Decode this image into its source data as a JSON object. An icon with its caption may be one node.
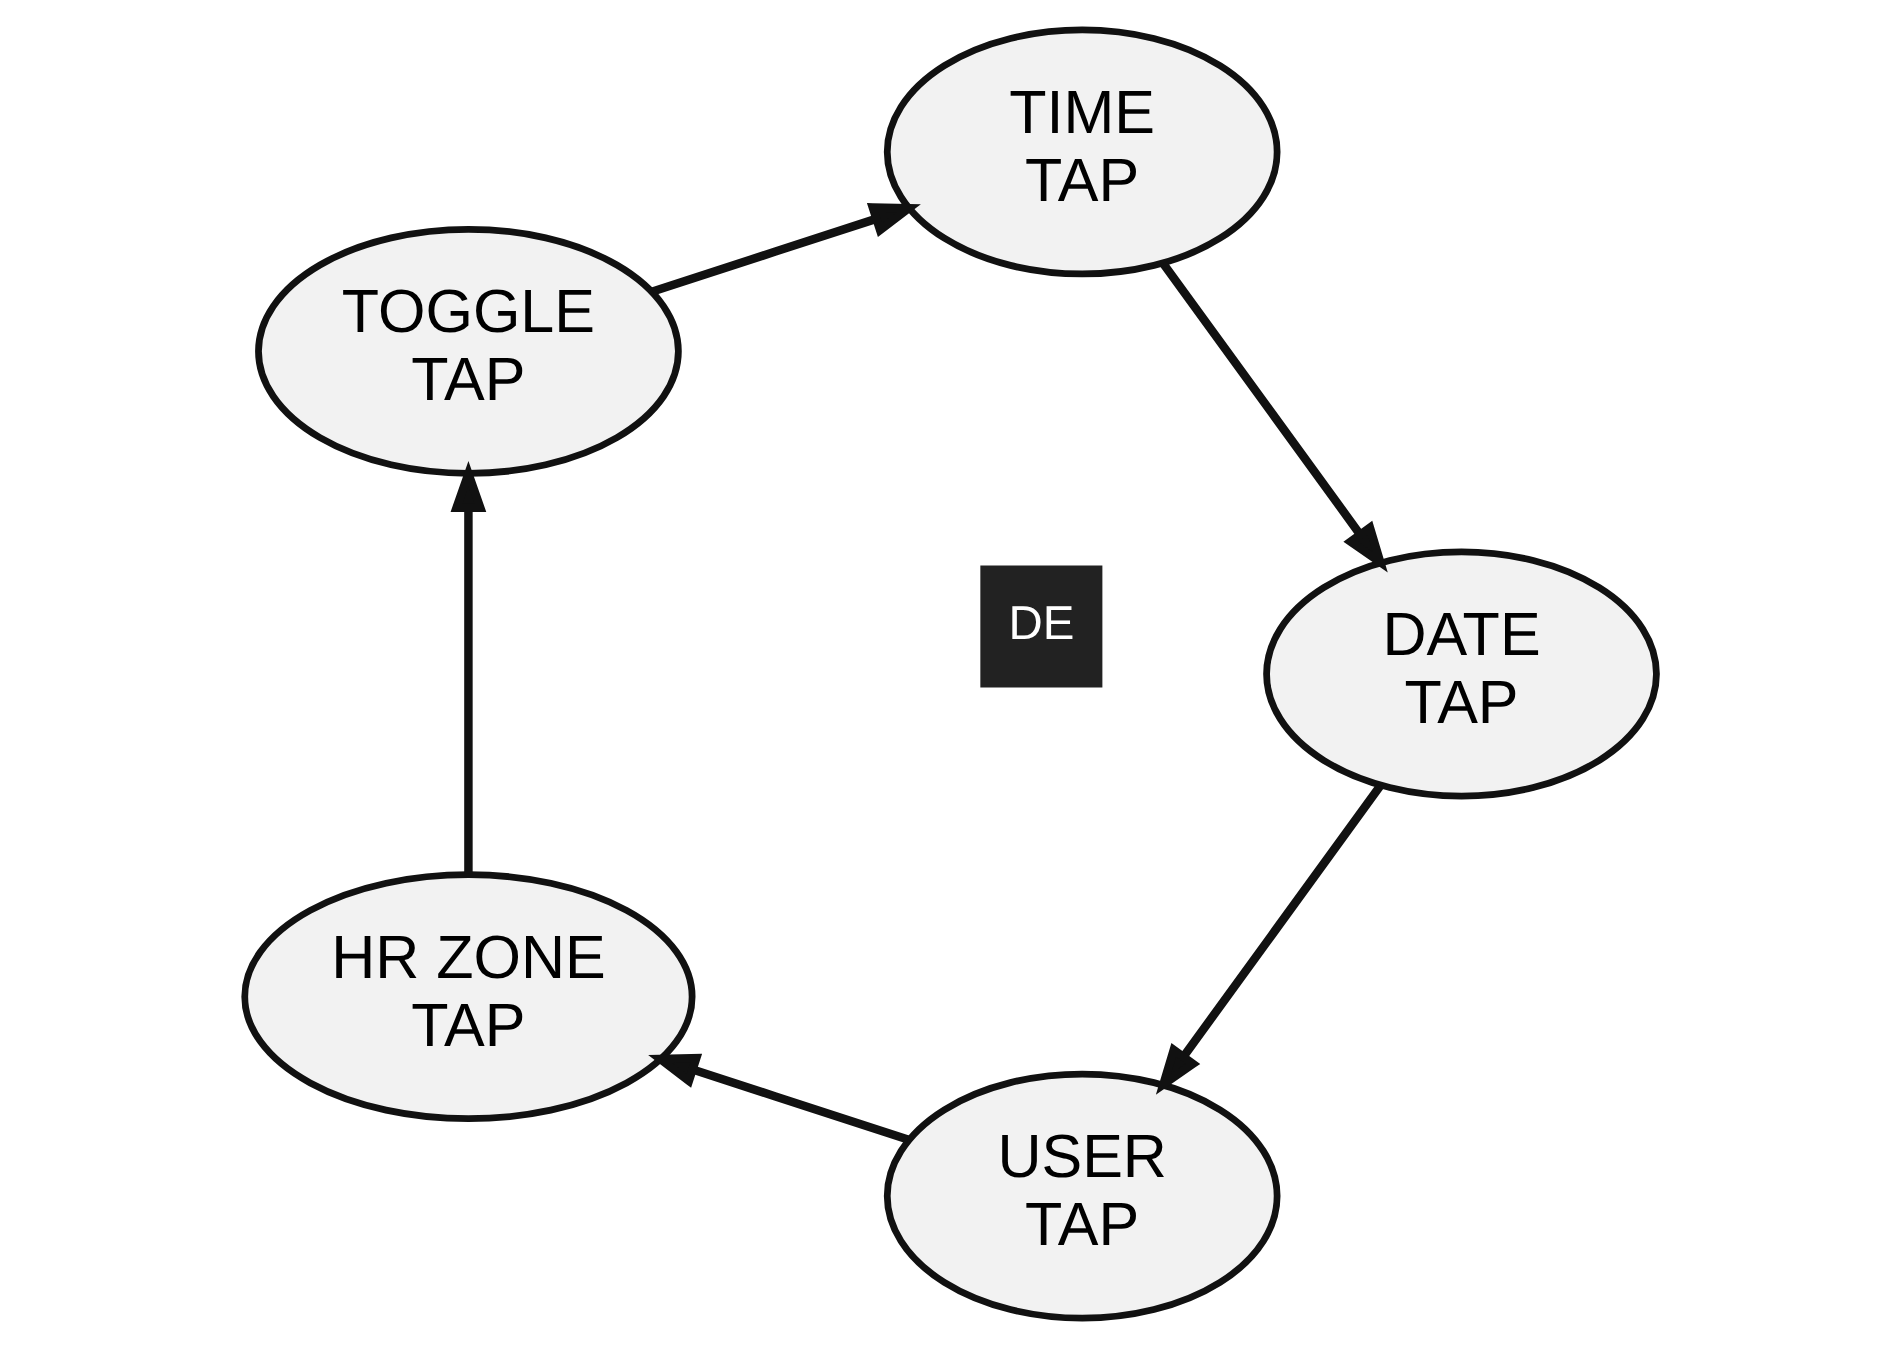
{
  "diagram": {
    "nodes": [
      {
        "text": [
          "USER",
          "TAP"
        ]
      },
      {
        "text": [
          "HR ZONE",
          "TAP"
        ]
      },
      {
        "text": [
          "TOGGLE",
          "TAP"
        ]
      },
      {
        "text": [
          "TIME",
          "TAP"
        ]
      },
      {
        "text": [
          "DATE",
          "TAP"
        ]
      }
    ],
    "edges": [
      {
        "from": 0,
        "to": 1,
        "arrow": "to"
      },
      {
        "from": 1,
        "to": 2,
        "arrow": "to"
      },
      {
        "from": 2,
        "to": 3,
        "arrow": "to"
      },
      {
        "from": 3,
        "to": 4,
        "arrow": "to"
      },
      {
        "from": 4,
        "to": 0,
        "arrow": "to"
      }
    ],
    "labels": [
      "DE"
    ]
  }
}
